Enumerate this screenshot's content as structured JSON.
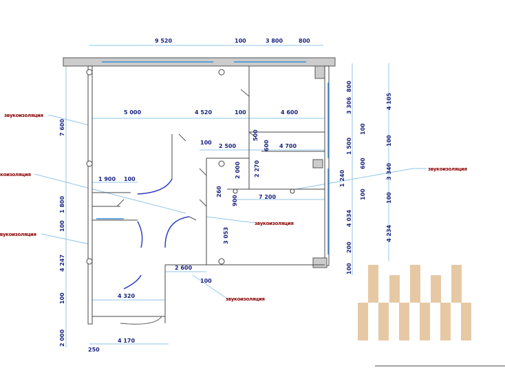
{
  "dimensions": {
    "top": [
      "9 520",
      "100",
      "3 800",
      "800"
    ],
    "row1": [
      "5 000",
      "4 520",
      "100",
      "4 600"
    ],
    "row2": [
      "100",
      "2 500",
      "500",
      "600",
      "4 700"
    ],
    "middle": [
      "2 000",
      "2 270",
      "1 900",
      "100",
      "260",
      "900",
      "7 200",
      "3 053"
    ],
    "bottom": [
      "2 600",
      "100",
      "4 320",
      "4 170",
      "250"
    ],
    "left": [
      "7 600",
      "1 800",
      "100",
      "4 247",
      "100",
      "2 000"
    ],
    "right1": [
      "800",
      "3 306",
      "100",
      "1 500",
      "600",
      "1 240",
      "100",
      "4 034",
      "200",
      "100"
    ],
    "right2": [
      "4 105",
      "100",
      "3 340",
      "100",
      "4 234"
    ]
  },
  "labels": [
    "звукоизоляция",
    "звукоизоляция",
    "звукоизоляция",
    "звукоизоляция",
    "звукоизоляция",
    "звукоизоляция"
  ],
  "colors": {
    "wall": "#444444",
    "dimension": "#90c4e8",
    "label": "#8b0000",
    "accent": "#e6c9a4"
  }
}
